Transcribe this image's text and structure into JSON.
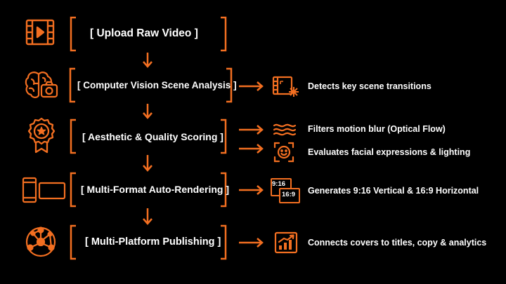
{
  "accent_color": "#f36f21",
  "steps": [
    {
      "label": "[ Upload Raw Video ]",
      "icon": "film-play-icon"
    },
    {
      "label": "[ Computer Vision Scene Analysis ]",
      "icon": "brain-camera-icon"
    },
    {
      "label": "[ Aesthetic & Quality Scoring ]",
      "icon": "award-badge-icon"
    },
    {
      "label": "[ Multi-Format Auto-Rendering ]",
      "icon": "devices-icon"
    },
    {
      "label": "[ Multi-Platform Publishing ]",
      "icon": "network-globe-icon"
    }
  ],
  "outputs": [
    {
      "text": "Detects key scene transitions",
      "icon": "film-sparkle-icon"
    },
    {
      "text": "Filters motion blur (Optical Flow)",
      "icon": "wave-lines-icon"
    },
    {
      "text": "Evaluates facial expressions & lighting",
      "icon": "face-scan-icon"
    },
    {
      "text": "Generates 9:16 Vertical & 16:9 Horizontal",
      "icon": "aspect-ratio-icon",
      "badge_a": "9:16",
      "badge_b": "16:9"
    },
    {
      "text": "Connects covers to titles, copy & analytics",
      "icon": "growth-chart-icon"
    }
  ]
}
